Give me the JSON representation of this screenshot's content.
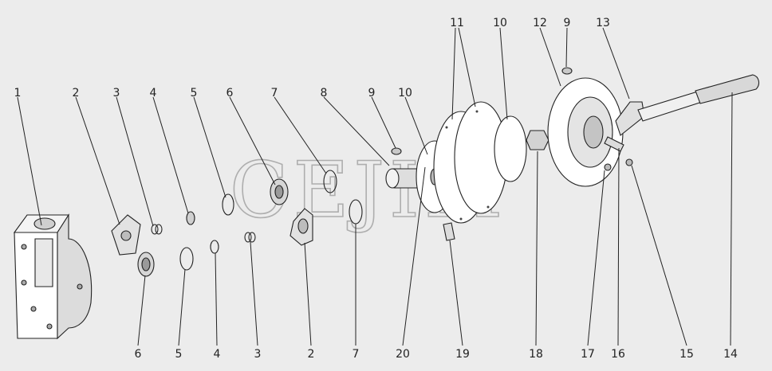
{
  "watermark": {
    "text": "CEJIM"
  },
  "callouts": {
    "top": [
      "1",
      "2",
      "3",
      "4",
      "5",
      "6",
      "7",
      "8",
      "9",
      "10",
      "11",
      "10",
      "12",
      "9",
      "13"
    ],
    "bottom": [
      "6",
      "5",
      "4",
      "3",
      "2",
      "7",
      "20",
      "19",
      "18",
      "17",
      "16",
      "15",
      "14"
    ]
  },
  "colors": {
    "background": "#ececec",
    "line": "#222222",
    "part_fill": "#ffffff",
    "part_shade": "#d9d9d9"
  }
}
